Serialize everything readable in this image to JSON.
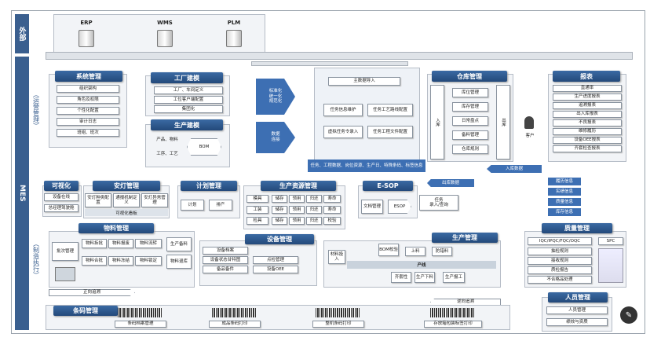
{
  "side": {
    "outer": "外部",
    "mes": "MES",
    "ops": "（运营管理）",
    "exec": "（制造执行）"
  },
  "external": [
    {
      "label": "ERP"
    },
    {
      "label": "WMS"
    },
    {
      "label": "PLM"
    }
  ],
  "sys": {
    "title": "系统管理",
    "items": [
      "组织架构",
      "角色及权限",
      "个性化配置",
      "审计日志",
      "班组、班次"
    ]
  },
  "factory": {
    "title": "工厂建模",
    "items": [
      "工厂、车间定义",
      "工位客户端配置",
      "集团化"
    ]
  },
  "prod": {
    "title": "生产建模",
    "items": [
      "产品、物料",
      "工序、工艺",
      "BOM"
    ]
  },
  "arrows": {
    "a1": "标准化\n统一化\n规范化",
    "a2": "数据\n连接"
  },
  "center": {
    "import": "主数据导入",
    "t1": "任务信息维护",
    "t2": "任务工艺路线配置",
    "t3": "虚拟任务令录入",
    "t4": "任务工程文件配置",
    "bottom": "任务、工程数据、岗位资源、生产日、特殊条码、标签信息"
  },
  "wh": {
    "title": "仓库管理",
    "in": "入库",
    "out": "出库",
    "items": [
      "库位管理",
      "库存管理",
      "日常盘点",
      "备料管理",
      "仓库规则"
    ],
    "customer": "客户",
    "indata": "入库数据",
    "outdata": "出库数据"
  },
  "report": {
    "title": "报表",
    "items": [
      "直通率",
      "生产进度报表",
      "追溯报表",
      "出入库报表",
      "不良报表",
      "维修履历",
      "设备OEE报表",
      "齐套检查报表"
    ],
    "side": [
      "履历信息",
      "实绩信息",
      "质量信息",
      "库存信息"
    ]
  },
  "vis": {
    "title": "可视化",
    "items": [
      "设备在线",
      "总经理驾驶舱"
    ]
  },
  "andon": {
    "title": "安灯管理",
    "items": [
      "安灯种类配置",
      "通报机制定义",
      "安灯异常管理"
    ],
    "board": "可视化看板"
  },
  "plan": {
    "title": "计划管理",
    "items": [
      "计划",
      "排产"
    ]
  },
  "res": {
    "title": "生产资源管理",
    "rows": [
      [
        "模具",
        "储存",
        "领用",
        "归还",
        "寿命"
      ],
      [
        "工装",
        "储存",
        "领用",
        "归还",
        "寿命"
      ],
      [
        "检具",
        "储存",
        "领用",
        "归还",
        "校验"
      ]
    ]
  },
  "esop": {
    "title": "E-SOP",
    "items": [
      "文档管理",
      "ESOP"
    ],
    "task": "任务\n录入/查询"
  },
  "mat": {
    "title": "物料管理",
    "items": [
      "批次管理",
      "物料拆批",
      "物料报废",
      "物料流转",
      "生产备料",
      "物料合批",
      "物料冻结",
      "物料锁定",
      "物料退库"
    ]
  },
  "eq": {
    "title": "设备管理",
    "items": [
      "设备档案",
      "设备状态甘特图",
      "备品备件",
      "点检管理",
      "设备OEE"
    ]
  },
  "pm": {
    "title": "生产管理",
    "items": [
      "材料投入",
      "BOM校验",
      "上料",
      "防错料",
      "产线",
      "齐套性",
      "生产下料",
      "生产报工"
    ]
  },
  "qm": {
    "title": "质量管理",
    "items": [
      "IQC/IPQC/FQC/OQC",
      "抽检规则",
      "接收规则",
      "质检报告",
      "不合格品处理"
    ],
    "spc": "SPC"
  },
  "trace": {
    "fwd": "正向追溯",
    "rev": "逆向追溯"
  },
  "bc": {
    "title": "条码管理",
    "items": [
      "条码档案管理",
      "成品条码打印",
      "整机条码打印",
      "存放箱包装标签打印"
    ]
  },
  "hr": {
    "title": "人员管理",
    "items": [
      "人员管理",
      "绩效与资质"
    ]
  }
}
